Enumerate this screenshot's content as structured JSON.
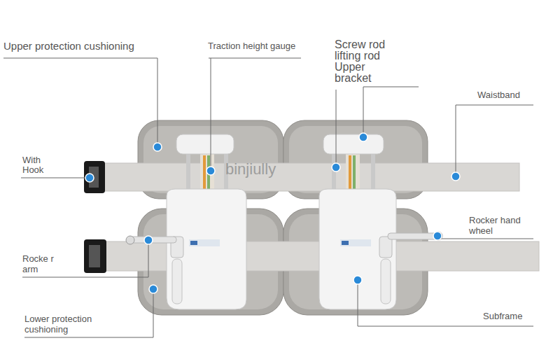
{
  "diagram": {
    "labels": [
      "Upper protection cushioning",
      "Traction height gauge",
      "Screw rod lifting rod",
      "Upper bracket",
      "Waistband",
      "With Hook",
      "Rocker hand wheel",
      "Rocke r arm",
      "Lower protection cushioning",
      "Subframe",
      "binjiully"
    ]
  }
}
